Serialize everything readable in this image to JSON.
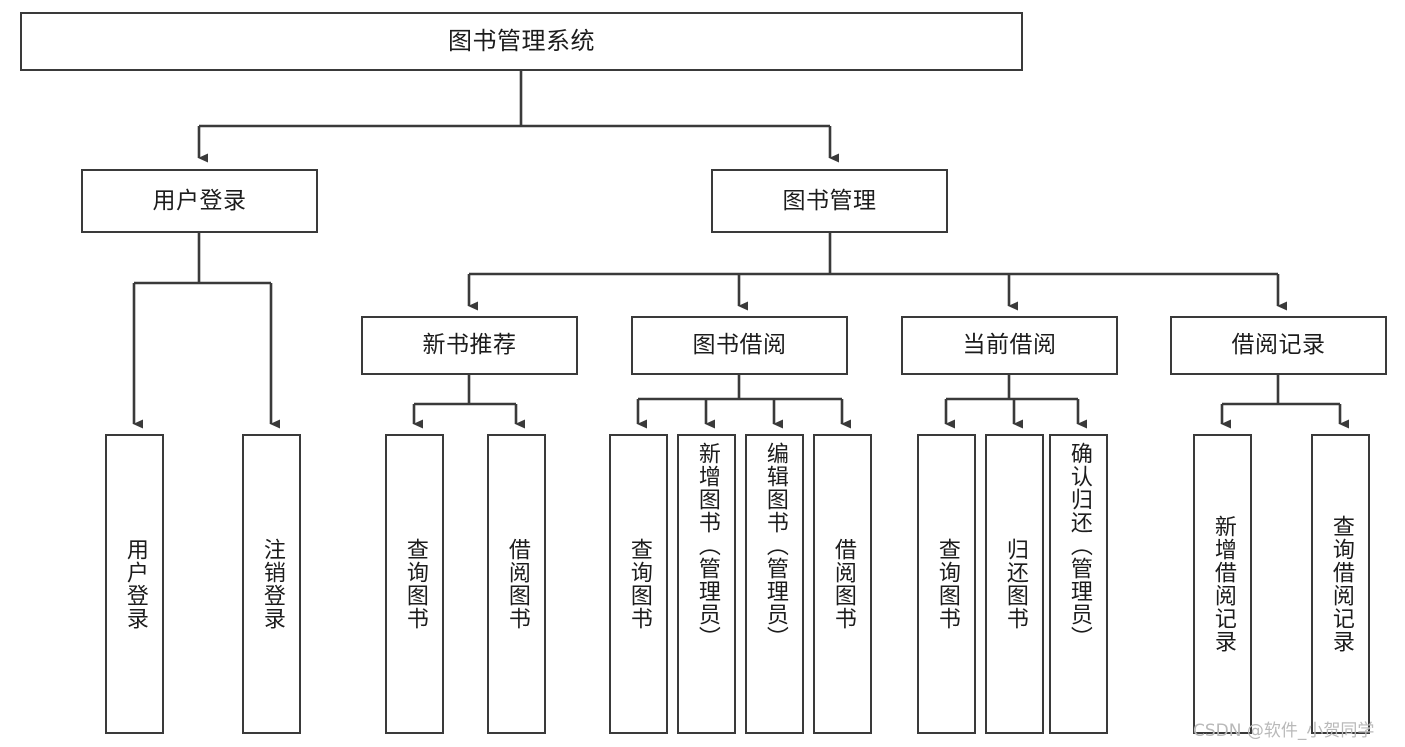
{
  "diagram": {
    "title": "图书管理系统",
    "type": "tree-hierarchy",
    "watermark": "CSDN @软件_小贺同学",
    "colors": {
      "box_border": "#3a3a3a",
      "box_fill": "#ffffff",
      "edge": "#3a3a3a",
      "text": "#1c1c1c",
      "watermark": "#b9b9b9",
      "background": "#ffffff"
    },
    "nodes": {
      "root": {
        "label": "图书管理系统"
      },
      "level2": [
        {
          "id": "user-login",
          "label": "用户登录"
        },
        {
          "id": "book-management",
          "label": "图书管理"
        }
      ],
      "level3": [
        {
          "id": "new-book-recommend",
          "label": "新书推荐"
        },
        {
          "id": "book-borrow",
          "label": "图书借阅"
        },
        {
          "id": "current-borrow",
          "label": "当前借阅"
        },
        {
          "id": "borrow-record",
          "label": "借阅记录"
        }
      ],
      "leaves": {
        "user_login": [
          {
            "id": "leaf-user-login",
            "label": "用户登录"
          },
          {
            "id": "leaf-logout-login",
            "label": "注销登录"
          }
        ],
        "new_book_recommend": [
          {
            "id": "leaf-query-book-1",
            "label": "查询图书"
          },
          {
            "id": "leaf-borrow-book-1",
            "label": "借阅图书"
          }
        ],
        "book_borrow": [
          {
            "id": "leaf-query-book-2",
            "label": "查询图书"
          },
          {
            "id": "leaf-add-book",
            "label": "新增图书（管理员）"
          },
          {
            "id": "leaf-edit-book",
            "label": "编辑图书（管理员）"
          },
          {
            "id": "leaf-borrow-book-2",
            "label": "借阅图书"
          }
        ],
        "current_borrow": [
          {
            "id": "leaf-query-book-3",
            "label": "查询图书"
          },
          {
            "id": "leaf-return-book",
            "label": "归还图书"
          },
          {
            "id": "leaf-confirm-return",
            "label": "确认归还（管理员）"
          }
        ],
        "borrow_record": [
          {
            "id": "leaf-add-borrow-record",
            "label": "新增借阅记录"
          },
          {
            "id": "leaf-query-borrow-record",
            "label": "查询借阅记录"
          }
        ]
      }
    }
  }
}
